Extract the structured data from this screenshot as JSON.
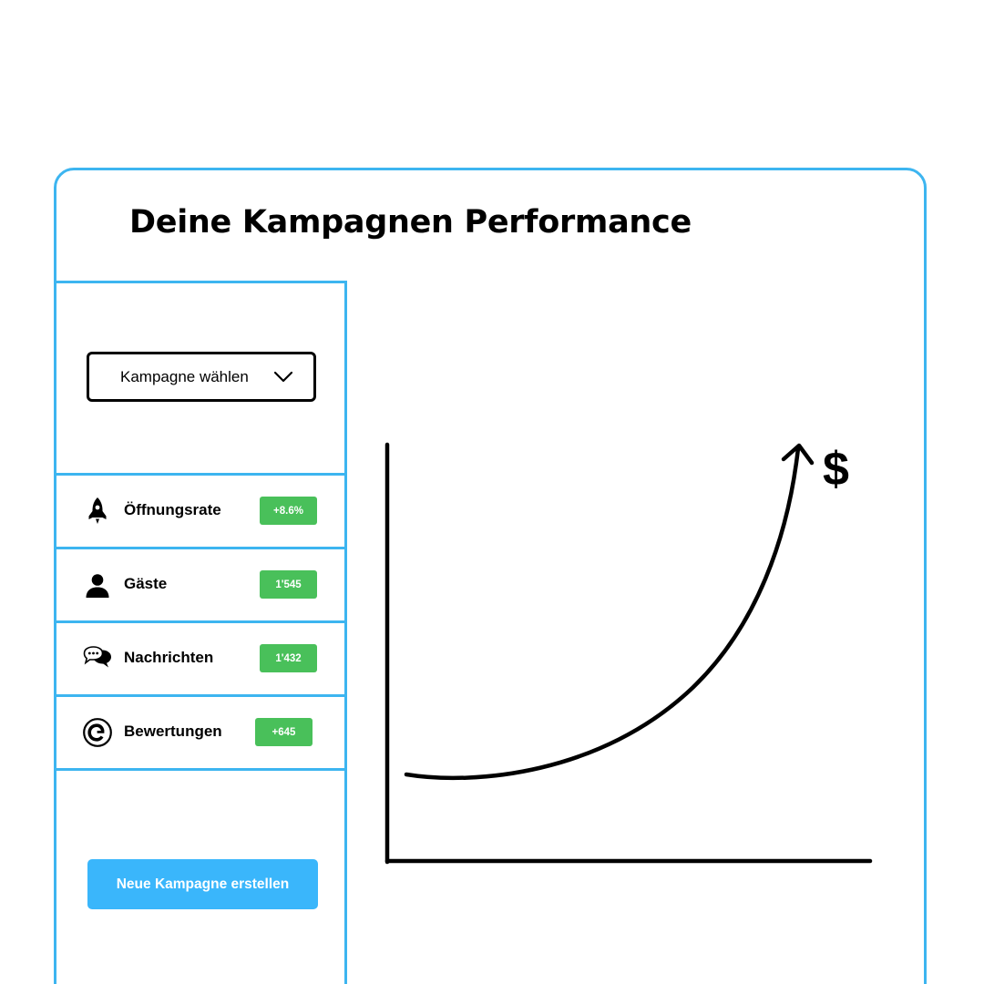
{
  "header": {
    "title": "Deine Kampagnen Performance"
  },
  "campaign_select": {
    "label": "Kampagne wählen"
  },
  "metrics": [
    {
      "icon": "rocket-icon",
      "label": "Öffnungsrate",
      "value": "+8.6%"
    },
    {
      "icon": "user-icon",
      "label": "Gäste",
      "value": "1'545"
    },
    {
      "icon": "chat-bubbles-icon",
      "label": "Nachrichten",
      "value": "1'432"
    },
    {
      "icon": "google-icon",
      "label": "Bewertungen",
      "value": "+645"
    }
  ],
  "cta": {
    "label": "Neue Kampagne erstellen"
  },
  "chart": {
    "symbol": "$"
  },
  "colors": {
    "accent": "#3db5f0",
    "button": "#3ab6fb",
    "badge": "#49c05a",
    "text": "#000000"
  }
}
